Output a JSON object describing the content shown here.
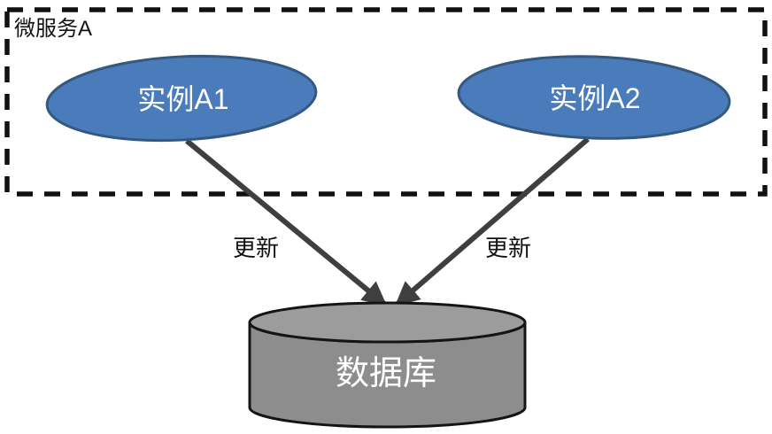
{
  "diagram": {
    "container": {
      "label": "微服务A"
    },
    "nodes": {
      "instance_a1": {
        "label": "实例A1"
      },
      "instance_a2": {
        "label": "实例A2"
      },
      "database": {
        "label": "数据库"
      }
    },
    "edges": {
      "a1_to_db": {
        "label": "更新"
      },
      "a2_to_db": {
        "label": "更新"
      }
    },
    "colors": {
      "background": "#ffffff",
      "instance_fill": "#4a7cbb",
      "instance_stroke": "#35587e",
      "database_fill": "#8d8d8d",
      "database_top_fill": "#9c9c9c",
      "database_stroke": "#141414",
      "arrow": "#3f3f3f",
      "dashed_border": "#111111",
      "node_text": "#ffffff",
      "label_text": "#111111"
    }
  }
}
